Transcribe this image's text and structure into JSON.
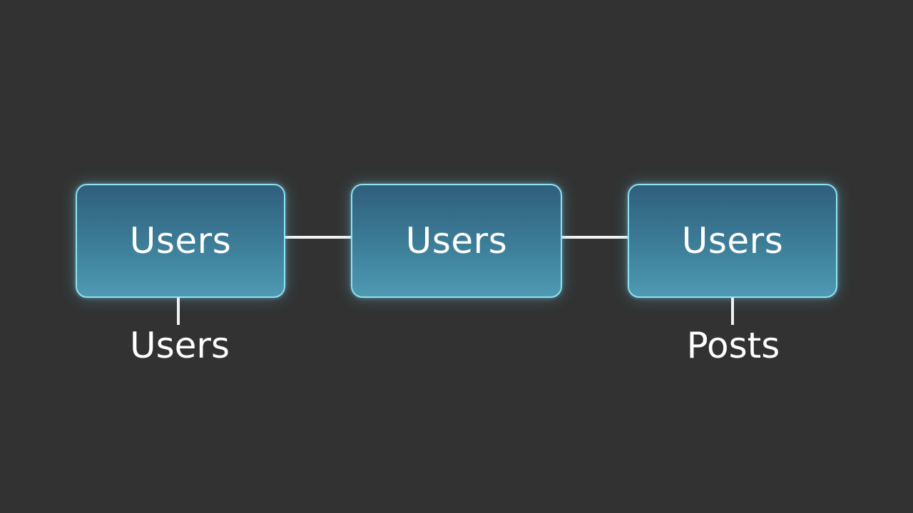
{
  "diagram": {
    "nodes": [
      {
        "label": "Users"
      },
      {
        "label": "Users"
      },
      {
        "label": "Users"
      }
    ],
    "sub_labels": {
      "left": "Users",
      "right": "Posts"
    }
  },
  "colors": {
    "background": "#323232",
    "node_border": "#8fe2f2",
    "node_fill_top": "#2f5f7c",
    "node_fill_bottom": "#4e9ab2",
    "connector": "#f2f2f2",
    "text": "#ffffff"
  }
}
